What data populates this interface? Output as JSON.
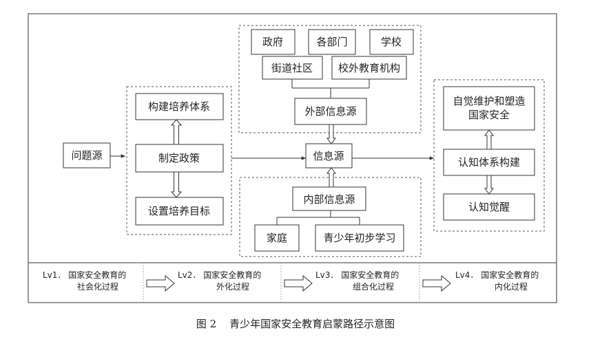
{
  "diagram": {
    "nodes": {
      "problem_source": "问题源",
      "build_system": "构建培养体系",
      "make_policy": "制定政策",
      "set_goals": "设置培养目标",
      "government": "政府",
      "departments": "各部门",
      "school": "学校",
      "street_community": "街道社区",
      "extra_institutions": "校外教育机构",
      "external_source": "外部信息源",
      "info_source": "信息源",
      "internal_source": "内部信息源",
      "family": "家庭",
      "youth_learning": "青少年初步学习",
      "maintain_security": [
        "自觉维护和塑造",
        "国家安全"
      ],
      "cognitive_build": "认知体系构建",
      "cognitive_awaken": "认知觉醒"
    },
    "levels": [
      {
        "id": "Lv1",
        "line1": "Lv1．  国家安全教育的",
        "line2": "社会化过程"
      },
      {
        "id": "Lv2",
        "line1": "Lv2．  国家安全教育的",
        "line2": "外化过程"
      },
      {
        "id": "Lv3",
        "line1": "Lv3．  国家安全教育的",
        "line2": "组合化过程"
      },
      {
        "id": "Lv4",
        "line1": "Lv4．  国家安全教育的",
        "line2": "内化过程"
      }
    ]
  },
  "caption": "图 2    青少年国家安全教育启蒙路径示意图"
}
